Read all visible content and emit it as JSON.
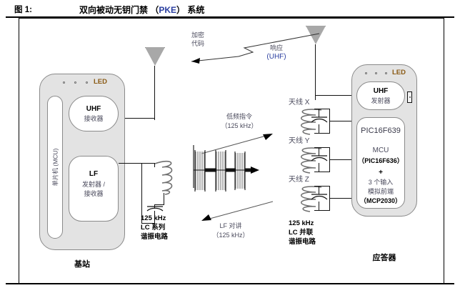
{
  "figure": {
    "number": "图 1:",
    "title_prefix": "双向被动无钥门禁 （",
    "title_highlight": "PKE",
    "title_suffix": "） 系统"
  },
  "links": {
    "uhf": {
      "line1": "加密",
      "line2": "代码",
      "line3": "响应",
      "line4": "(UHF)",
      "direction": "right-to-left"
    },
    "lf_command": {
      "line1": "低频指令",
      "line2": "（125 kHz）",
      "direction": "left-to-right"
    },
    "lf_talkback": {
      "line1": "LF 对讲",
      "line2": "（125 kHz）",
      "direction": "right-to-left"
    }
  },
  "base_station": {
    "caption": "基站",
    "led_label": "LED",
    "led_count": 3,
    "mcu_label": "单片机 (MCU)",
    "uhf_block": {
      "line1": "UHF",
      "line2": "接收器"
    },
    "lf_block": {
      "line1": "LF",
      "line2": "发射器 /",
      "line3": "接收器"
    },
    "resonant_circuit": {
      "line1": "125 kHz",
      "line2": "LC 系列",
      "line3": "谐振电路"
    }
  },
  "transponder": {
    "caption": "应答器",
    "led_label": "LED",
    "led_count": 3,
    "uhf_block": {
      "line1": "UHF",
      "line2": "发射器"
    },
    "chip": {
      "part": "PIC16F639",
      "mcu_label": "MCU",
      "mcu_part": "（PIC16F636）",
      "plus": "+",
      "afe_line1": "3 个输入",
      "afe_line2": "模拟前端",
      "afe_part": "（MCP2030）"
    },
    "antennas": [
      {
        "label": "天线 X"
      },
      {
        "label": "天线 Y"
      },
      {
        "label": "天线 Z"
      }
    ],
    "resonant_circuit": {
      "line1": "125 kHz",
      "line2": "LC 并联",
      "line3": "谐振电路"
    }
  },
  "colors": {
    "device_fill": "#e3e3e3",
    "antenna_fill": "#a8a8a8",
    "led_text": "#8a5a14",
    "accent_blue": "#2b3fa0",
    "body_text": "#4a4a5c",
    "line": "#111111"
  }
}
